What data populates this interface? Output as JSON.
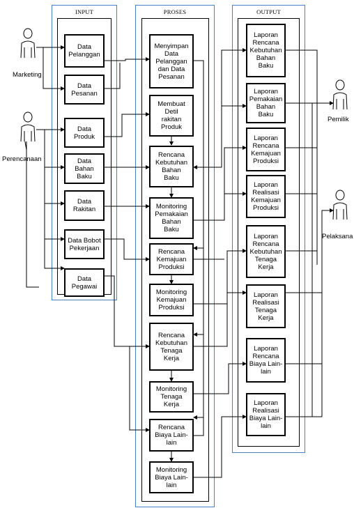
{
  "columns": {
    "input": "INPUT",
    "proses": "PROSES",
    "output": "OUTPUT"
  },
  "actors": {
    "marketing": "Marketing",
    "perencanaan": "Perencanaan",
    "pemilik": "Pemilik",
    "pelaksana": "Pelaksana"
  },
  "input_boxes": [
    "Data\nPelanggan",
    "Data\nPesanan",
    "Data\nProduk",
    "Data\nBahan\nBaku",
    "Data\nRakitan",
    "Data Bobot\nPekerjaan",
    "Data\nPegawai"
  ],
  "process_boxes": [
    "Menyimpan\nData\nPelanggan\ndan Data\nPesanan",
    "Membuat\nDetil\nrakitan\nProduk",
    "Rencana\nKebutuhan\nBahan\nBaku",
    "Monitoring\nPemakaian\nBahan\nBaku",
    "Rencana\nKemajuan\nProduksi",
    "Monitoring\nKemajuan\nProduksi",
    "Rencana\nKebutuhan\nTenaga\nKerja",
    "Monitoring\nTenaga\nKerja",
    "Rencana\nBiaya Lain-\nlain",
    "Monitoring\nBiaya Lain-\nlain"
  ],
  "output_boxes": [
    "Laporan\nRencana\nKebutuhan\nBahan\nBaku",
    "Laporan\nPemakaian\nBahan\nBaku",
    "Laporan\nRencana\nKemajuan\nProduksi",
    "Laporan\nRealisasi\nKemajuan\nProduksi",
    "Laporan\nRencana\nKebutuhan\nTenaga\nKerja",
    "Laporan\nRealisasi\nTenaga\nKerja",
    "Laporan\nRencana\nBiaya Lain-\nlain",
    "Laporan\nRealisasi\nBiaya Lain-\nlain"
  ]
}
